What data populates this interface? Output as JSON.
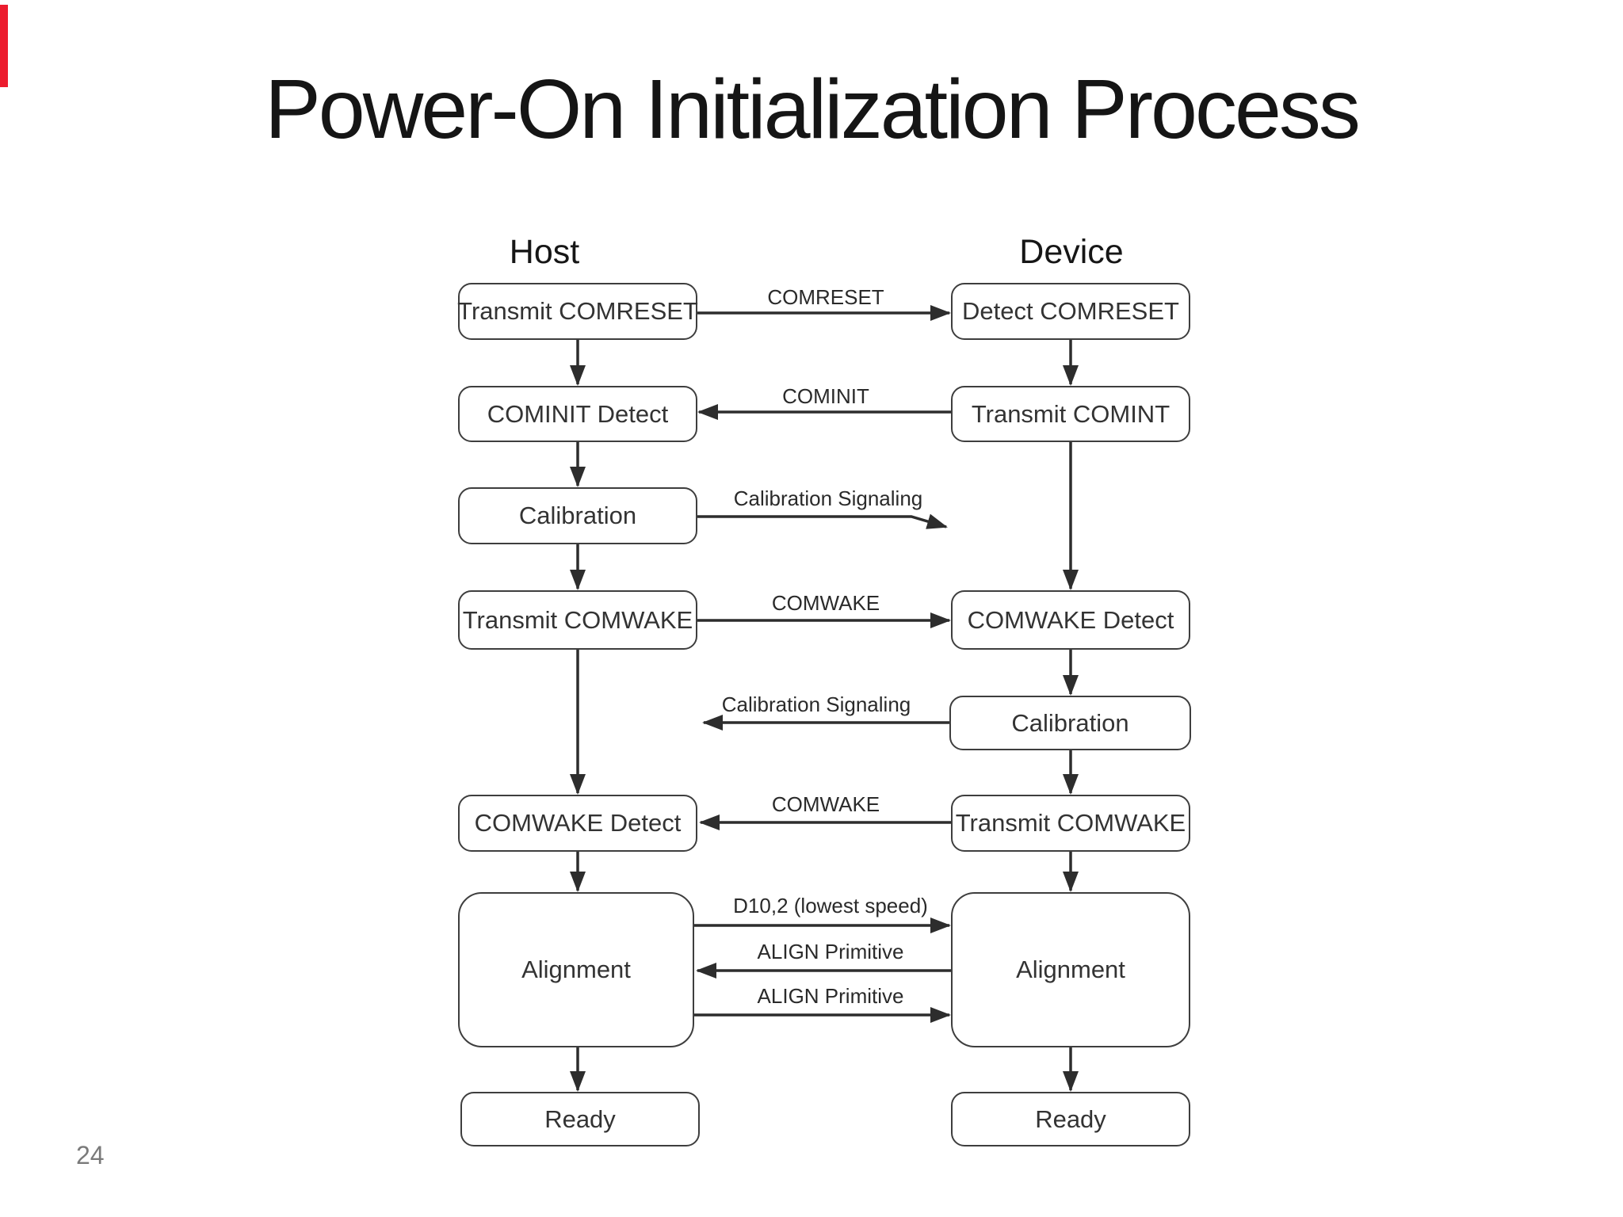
{
  "page": {
    "title": "Power-On Initialization Process",
    "page_number": "24"
  },
  "colors": {
    "accent_red": "#ec1c2e",
    "line": "#2d2d2d",
    "box_border": "#3e3e3e",
    "text": "#2a2a2a",
    "muted_gray": "#7a7a7a"
  },
  "diagram": {
    "host_header": "Host",
    "device_header": "Device",
    "nodes": [
      {
        "id": "host-transmit-comreset",
        "column": "host",
        "label": "Transmit COMRESET"
      },
      {
        "id": "host-cominit-detect",
        "column": "host",
        "label": "COMINIT Detect"
      },
      {
        "id": "host-calibration",
        "column": "host",
        "label": "Calibration"
      },
      {
        "id": "host-transmit-comwake",
        "column": "host",
        "label": "Transmit COMWAKE"
      },
      {
        "id": "host-comwake-detect",
        "column": "host",
        "label": "COMWAKE Detect"
      },
      {
        "id": "host-alignment",
        "column": "host",
        "label": "Alignment"
      },
      {
        "id": "host-ready",
        "column": "host",
        "label": "Ready"
      },
      {
        "id": "device-detect-comreset",
        "column": "device",
        "label": "Detect COMRESET"
      },
      {
        "id": "device-transmit-comint",
        "column": "device",
        "label": "Transmit COMINT"
      },
      {
        "id": "device-comwake-detect",
        "column": "device",
        "label": "COMWAKE Detect"
      },
      {
        "id": "device-calibration",
        "column": "device",
        "label": "Calibration"
      },
      {
        "id": "device-transmit-comwake",
        "column": "device",
        "label": "Transmit COMWAKE"
      },
      {
        "id": "device-alignment",
        "column": "device",
        "label": "Alignment"
      },
      {
        "id": "device-ready",
        "column": "device",
        "label": "Ready"
      }
    ],
    "edges": [
      {
        "label": "COMRESET",
        "direction": "right"
      },
      {
        "label": "COMINIT",
        "direction": "left"
      },
      {
        "label": "Calibration Signaling",
        "direction": "right"
      },
      {
        "label": "COMWAKE",
        "direction": "right"
      },
      {
        "label": "Calibration Signaling",
        "direction": "left"
      },
      {
        "label": "COMWAKE",
        "direction": "left"
      },
      {
        "label": "D10,2 (lowest speed)",
        "direction": "right"
      },
      {
        "label": "ALIGN Primitive",
        "direction": "left"
      },
      {
        "label": "ALIGN Primitive",
        "direction": "right"
      }
    ]
  }
}
